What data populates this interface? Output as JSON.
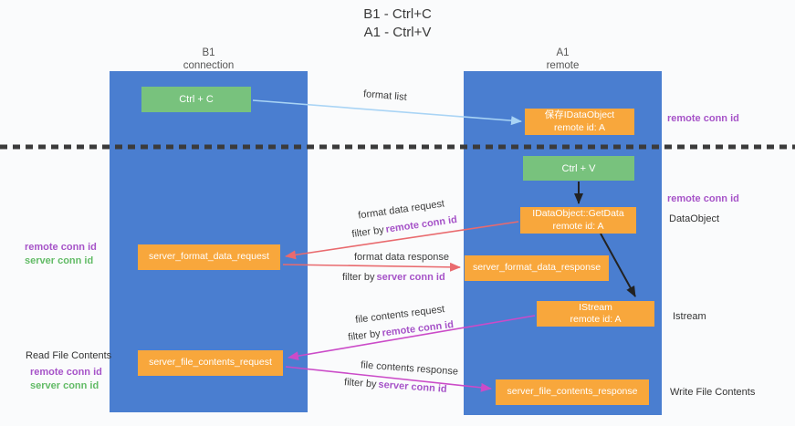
{
  "title": {
    "line1": "B1 - Ctrl+C",
    "line2": "A1 - Ctrl+V"
  },
  "columns": {
    "left": {
      "name": "B1",
      "subtitle": "connection"
    },
    "right": {
      "name": "A1",
      "subtitle": "remote"
    }
  },
  "nodes": {
    "ctrl_c": {
      "label": "Ctrl + C"
    },
    "ctrl_v": {
      "label": "Ctrl + V"
    },
    "save_idataobject": {
      "line1": "保存IDataObject",
      "line2": "remote id: A"
    },
    "getdata": {
      "line1": "IDataObject::GetData",
      "line2": "remote id: A"
    },
    "istream": {
      "line1": "IStream",
      "line2": "remote id: A"
    },
    "format_request": {
      "label": "server_format_data_request"
    },
    "format_response": {
      "label": "server_format_data_response"
    },
    "file_request": {
      "label": "server_file_contents_request"
    },
    "file_response": {
      "label": "server_file_contents_response"
    }
  },
  "arrow_labels": {
    "format_list": "format list",
    "format_data_request": "format data request",
    "format_data_response": "format data response",
    "file_contents_request": "file contents request",
    "file_contents_response": "file contents response",
    "filter_by": "filter by",
    "remote_conn_id": "remote conn id",
    "server_conn_id": "server conn id"
  },
  "side_labels": {
    "remote_conn_id_right_top": "remote conn id",
    "remote_conn_id_right_mid": "remote conn id",
    "dataobject": "DataObject",
    "istream": "Istream",
    "write_file_contents": "Write File Contents",
    "read_file_contents": "Read File Contents",
    "remote_conn_id_left_top": "remote conn id",
    "server_conn_id_left_top": "server conn id",
    "remote_conn_id_left_bottom": "remote conn id",
    "server_conn_id_left_bottom": "server conn id"
  },
  "colors": {
    "column_blue": "#4a7ed0",
    "box_green": "#78c27d",
    "box_orange": "#f8a73c",
    "arrow_red": "#e96a6e",
    "arrow_magenta": "#cb4bc8",
    "arrow_lightblue": "#a9d4f5",
    "arrow_black": "#222222",
    "text_purple": "#a653c8",
    "text_green": "#62bb66",
    "dashed_line": "#3b3b3b",
    "background": "#fafbfc"
  }
}
